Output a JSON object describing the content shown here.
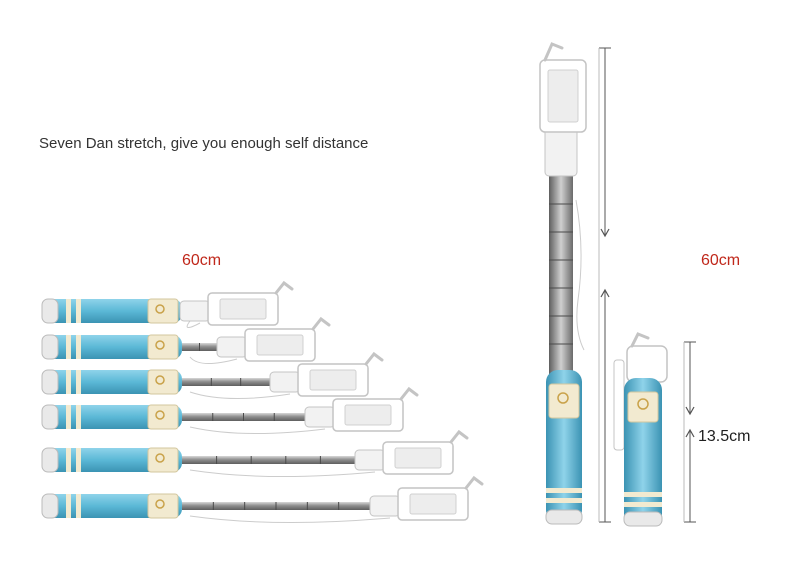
{
  "headline": "Seven Dan stretch, give you enough self distance",
  "labels": {
    "left_length": "60cm",
    "right_length": "60cm",
    "collapsed_length": "13.5cm"
  },
  "colors": {
    "handle": "#5bb8d6",
    "handle_band": "#f2ead0",
    "metal": "#9a9a9a",
    "clamp": "#f2f2f2",
    "red_label": "#c0281b",
    "dark_label": "#1f1f1f",
    "arrow": "#555555"
  },
  "left_sticks": [
    {
      "stage": 1
    },
    {
      "stage": 2
    },
    {
      "stage": 3
    },
    {
      "stage": 4
    },
    {
      "stage": 5
    },
    {
      "stage": 6
    }
  ]
}
